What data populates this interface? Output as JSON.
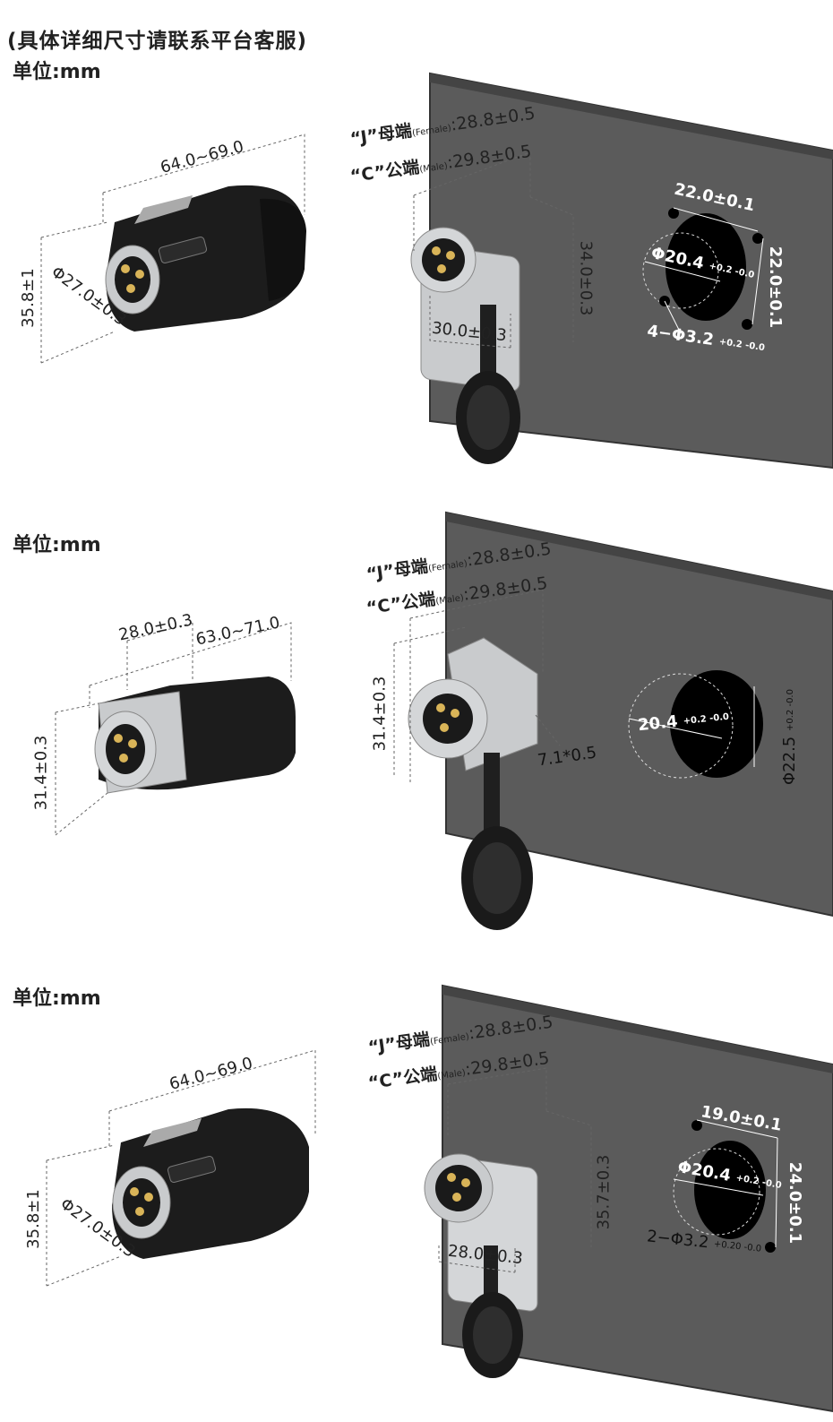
{
  "header": {
    "note": "(具体详细尺寸请联系平台客服)"
  },
  "sections": [
    {
      "unit": "单位:mm",
      "plug": {
        "length": "64.0~69.0",
        "height": "35.8±1",
        "diameter": "Φ27.0±0.3"
      },
      "socket": {
        "j_label": "“J”母端",
        "j_sub": "(Female)",
        "j_value": ":28.8±0.5",
        "c_label": "“C”公端",
        "c_sub": "(Male)",
        "c_value": ":29.8±0.5",
        "height": "34.0±0.3",
        "width": "30.0±0.3"
      },
      "cutout": {
        "hole_spacing_x": "22.0±0.1",
        "hole_spacing_y": "22.0±0.1",
        "hole_dia": "Φ20.4",
        "hole_tol": "+0.2 -0.0",
        "screw": "4−Φ3.2",
        "screw_tol": "+0.2 -0.0"
      }
    },
    {
      "unit": "单位:mm",
      "plug": {
        "length_a": "28.0±0.3",
        "length_b": "63.0~71.0",
        "height": "31.4±0.3"
      },
      "socket": {
        "j_label": "“J”母端",
        "j_sub": "(Female)",
        "j_value": ":28.8±0.5",
        "c_label": "“C”公端",
        "c_sub": "(Male)",
        "c_value": ":29.8±0.5",
        "height": "31.4±0.3",
        "flange": "7.1*0.5"
      },
      "cutout": {
        "width": "20.4",
        "width_tol": "+0.2 -0.0",
        "dia": "Φ22.5",
        "dia_tol": "+0.2 -0.0"
      }
    },
    {
      "unit": "单位:mm",
      "plug": {
        "length": "64.0~69.0",
        "height": "35.8±1",
        "diameter": "Φ27.0±0.3"
      },
      "socket": {
        "j_label": "“J”母端",
        "j_sub": "(Female)",
        "j_value": ":28.8±0.5",
        "c_label": "“C”公端",
        "c_sub": "(Male)",
        "c_value": ":29.8±0.5",
        "height": "35.7±0.3",
        "width": "28.0±0.3"
      },
      "cutout": {
        "hole_spacing_x": "19.0±0.1",
        "hole_spacing_y": "24.0±0.1",
        "hole_dia": "Φ20.4",
        "hole_tol": "+0.2 -0.0",
        "screw": "2−Φ3.2",
        "screw_tol": "+0.20 -0.0"
      }
    }
  ],
  "colors": {
    "panel": "#5a5a5a",
    "panel_edge": "#2f2f2f",
    "plug_black": "#1c1c1c",
    "metal": "#c9cbcd"
  },
  "icons": [
    "plug-connector-icon",
    "panel-socket-icon",
    "dust-cap-icon"
  ]
}
